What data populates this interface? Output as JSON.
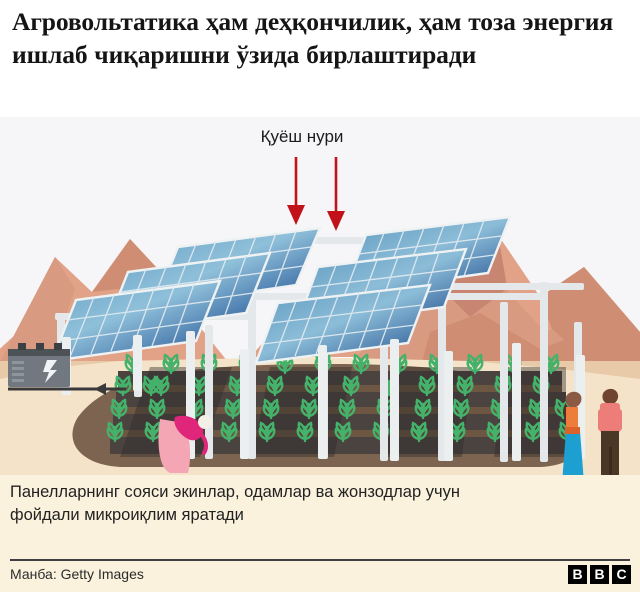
{
  "headline": "Агровольтатика ҳам деҳқончилик, ҳам тоза энергия ишлаб чиқаришни ўзида бирлаштиради",
  "illustration": {
    "sun_ray_label": "Қуёш нури",
    "elements": {
      "sky": "sky-background",
      "mountains": "mountain-range",
      "panels": "solar-panel-array",
      "frames": "panel-support-frame",
      "crops": "crop-rows",
      "farmer": "farmer-figure",
      "bystanders": "two-standing-people",
      "battery": "battery-storage-unit",
      "cable": "power-cable-arrow",
      "arrows": "sunlight-arrows"
    },
    "colors": {
      "sky": "#f6f6f8",
      "mountain_light": "#e09a7f",
      "mountain_mid": "#d08b73",
      "mountain_dark": "#c07f69",
      "ground_sand": "#e8c9a8",
      "ground_sand_light": "#f4e3c8",
      "soil_brown": "#7d6450",
      "soil_dark": "#4a4340",
      "panel_light": "#7fb0cf",
      "panel_dark": "#3f6fa8",
      "frame_white": "#eceff0",
      "crop_green": "#45b26b",
      "arrow_red": "#c1121a",
      "battery_grey": "#6f757a",
      "caption_bg": "#faf2dd"
    }
  },
  "caption": "Панелларнинг сояси экинлар, одамлар ва жонзодлар учун фойдали микроиқлим яратади",
  "source": "Манба: Getty Images",
  "logo": {
    "letters": [
      "B",
      "B",
      "C"
    ]
  }
}
